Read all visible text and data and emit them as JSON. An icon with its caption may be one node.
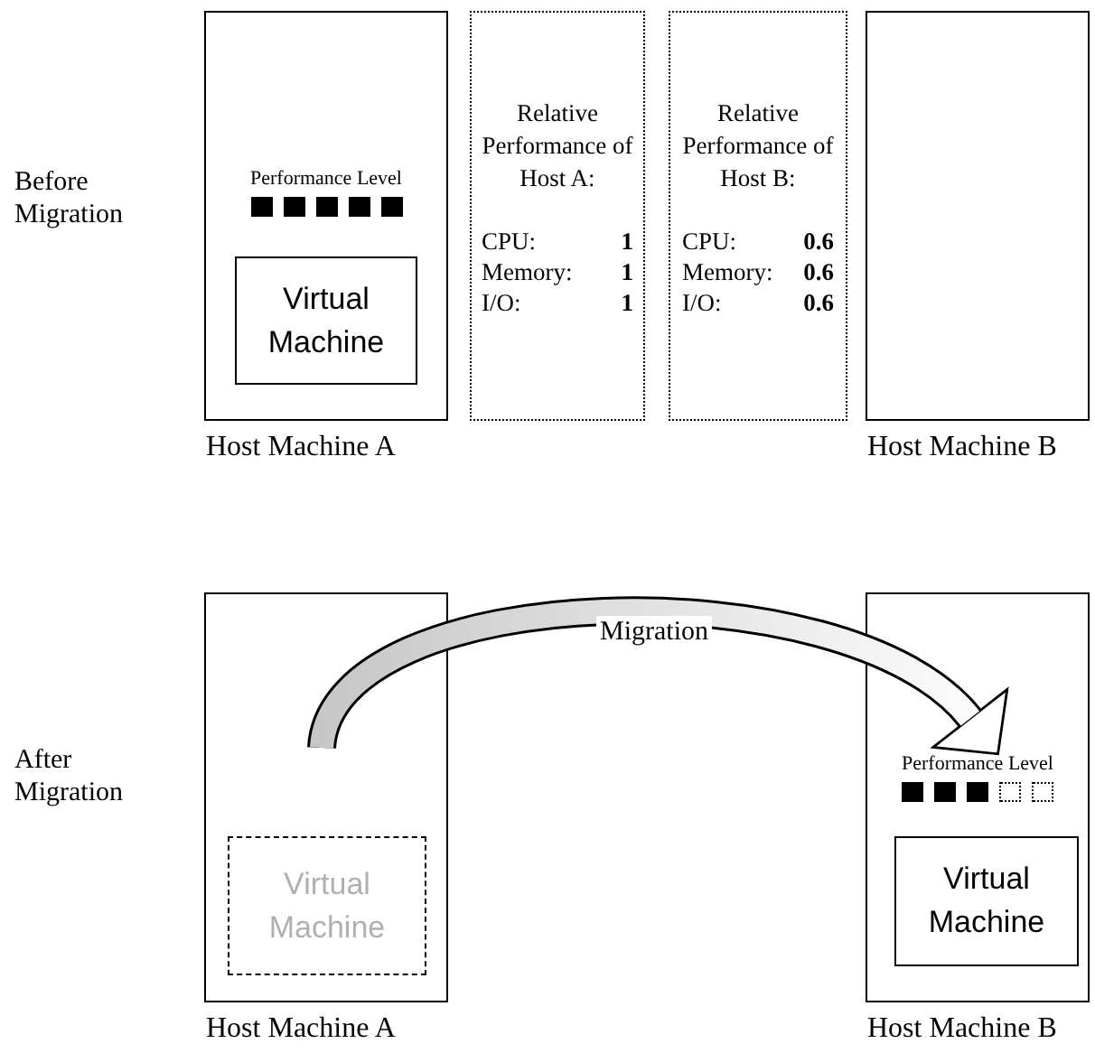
{
  "diagram": {
    "nodes": [
      {
        "text": [
          "Host Machine A"
        ]
      },
      {
        "text": [
          "Virtual Machine"
        ],
        "in": 0
      },
      {
        "text": [
          "Relative Performance of Host A:",
          "CPU:",
          "1",
          "Memory:",
          "1",
          "I/O:",
          "1"
        ]
      },
      {
        "text": [
          "Relative Performance of Host B:",
          "CPU:",
          "0.6",
          "Memory:",
          "0.6",
          "I/O:",
          "0.6"
        ]
      },
      {
        "text": [
          "Host Machine B"
        ]
      },
      {
        "text": [
          "Host Machine A"
        ]
      },
      {
        "text": [
          "Virtual Machine"
        ],
        "in": 5
      },
      {
        "text": [
          "Host Machine B"
        ]
      },
      {
        "text": [
          "Virtual Machine"
        ],
        "in": 7
      },
      {
        "text": [
          "Performance Level"
        ],
        "in": 7
      }
    ],
    "edges": [
      {
        "from": null,
        "to": 9,
        "arrow": "to",
        "label": "Migration"
      }
    ],
    "labels": [
      "Before Migration",
      "After Migration",
      "Performance Level"
    ]
  }
}
